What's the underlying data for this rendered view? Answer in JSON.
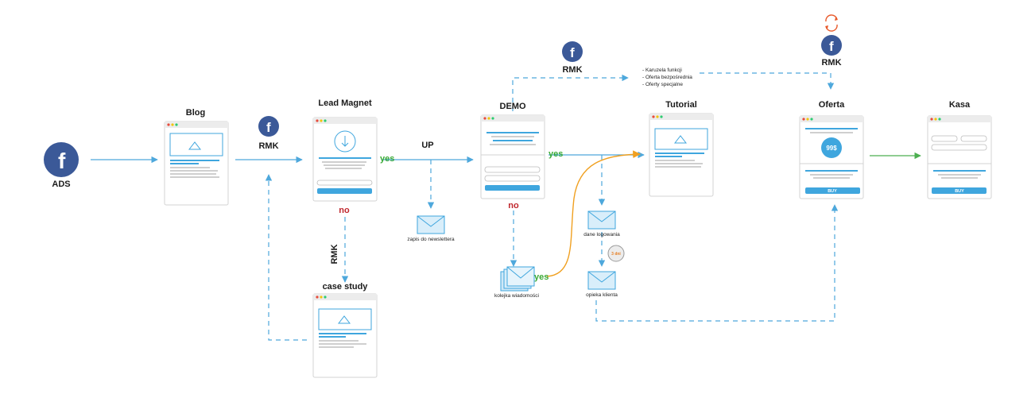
{
  "nodes": {
    "ads": "ADS",
    "blog": "Blog",
    "rmk_blog": "RMK",
    "lead_magnet": "Lead Magnet",
    "up": "UP",
    "yes_lead": "yes",
    "no_lead": "no",
    "rmk_vertical": "RMK",
    "case_study": "case study",
    "newsletter": "zapis do newslettera",
    "demo": "DEMO",
    "rmk_demo": "RMK",
    "yes_demo": "yes",
    "no_demo": "no",
    "queue": "kolejka wiadomości",
    "yes_queue": "yes",
    "tutorial": "Tutorial",
    "dane": "dane logowania",
    "days": "3 dni",
    "opieka": "opieka klienta",
    "oferta": "Oferta",
    "rmk_oferta": "RMK",
    "price": "99$",
    "buy_oferta": "BUY",
    "kasa": "Kasa",
    "buy_kasa": "BUY"
  },
  "notes": [
    "- Karuzela funkcji",
    "- Oferta bezpośrednia",
    "- Oferty specjalne"
  ],
  "colors": {
    "facebook": "#3b5998",
    "arrow": "#4ea8dc",
    "accent_blue": "#3fa6de",
    "yes_green": "#3aaa35",
    "no_red": "#c0272d",
    "orange_curve": "#f0a020",
    "green_arrow": "#4caf50",
    "refresh": "#e8592a"
  },
  "icons": [
    "facebook-icon",
    "envelope-icon",
    "image-icon",
    "download-icon",
    "refresh-icon",
    "timer-icon"
  ]
}
